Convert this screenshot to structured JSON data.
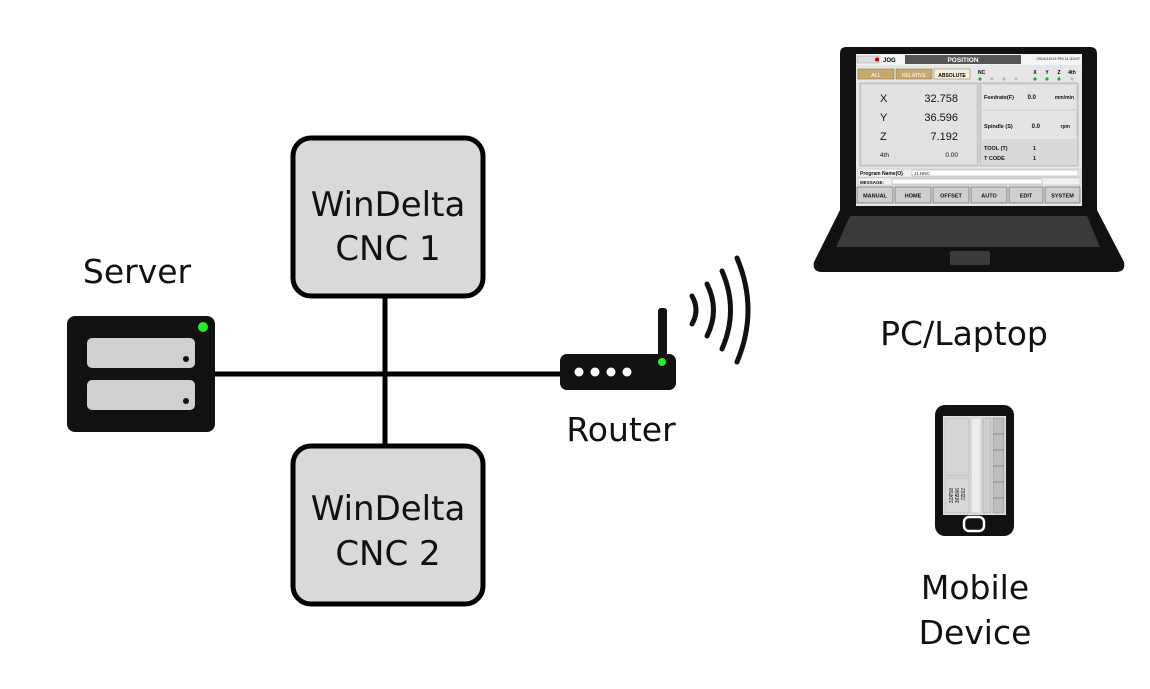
{
  "labels": {
    "server": "Server",
    "cnc1_line1": "WinDelta",
    "cnc1_line2": "CNC 1",
    "cnc2_line1": "WinDelta",
    "cnc2_line2": "CNC 2",
    "router": "Router",
    "pc": "PC/Laptop",
    "mobile_line1": "Mobile",
    "mobile_line2": "Device"
  },
  "screen": {
    "mode": "JOG",
    "title": "POSITION",
    "datetime": "2013/10/13 PM 11:33:07",
    "tabs": [
      "ALL",
      "RELATIVE",
      "ABSOLUTE"
    ],
    "axes": [
      {
        "name": "X",
        "value": "32.758"
      },
      {
        "name": "Y",
        "value": "36.596"
      },
      {
        "name": "Z",
        "value": "7.192"
      },
      {
        "name": "4th",
        "value": "0.00"
      }
    ],
    "feedrate_label": "Feedrate(F)",
    "feedrate_value": "0.0",
    "feedrate_unit": "mm/min",
    "spindle_label": "Spindle (S)",
    "spindle_value": "0.0",
    "spindle_unit": "rpm",
    "tool_label": "TOOL (T)",
    "tool_value": "1",
    "tcode_label": "T CODE",
    "tcode_value": "1",
    "program_label": "Program Name(O)",
    "program_value": "J1.HNC",
    "message_label": "MESSAGE:",
    "status_labels": [
      "NC",
      "X",
      "Y",
      "Z",
      "4th"
    ],
    "buttons": [
      "MANUAL",
      "HOME",
      "OFFSET",
      "AUTO",
      "EDIT",
      "SYSTEM"
    ]
  },
  "colors": {
    "node_fill": "#d9d9d9",
    "line": "#000000",
    "led": "#22ee22",
    "server_slot": "#d0d0d0"
  }
}
